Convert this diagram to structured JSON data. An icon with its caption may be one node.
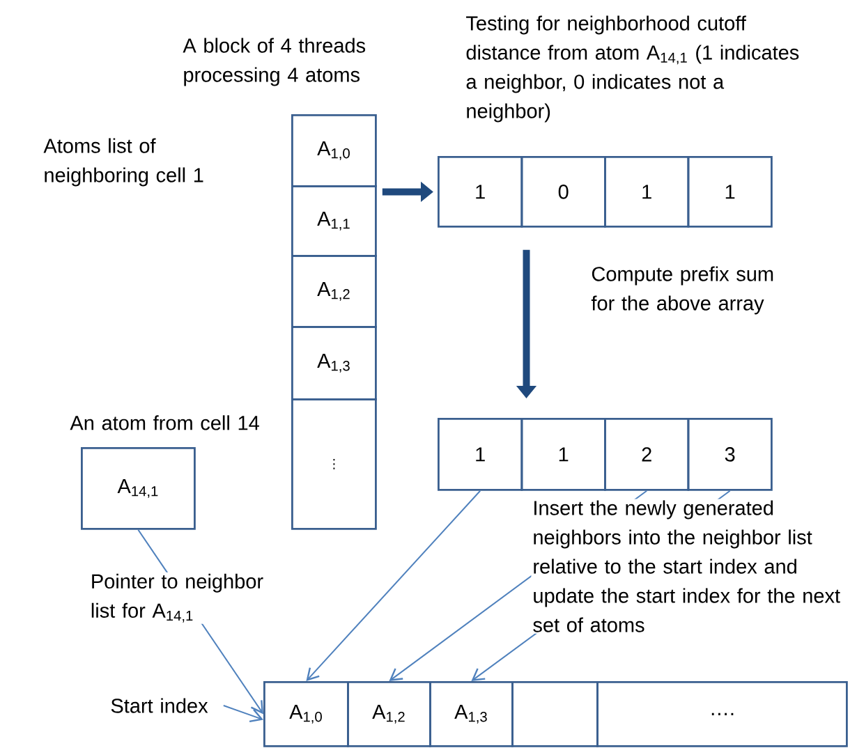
{
  "diagram": {
    "nodes": [
      {
        "text": [
          "A$_{1,0}$"
        ]
      },
      {
        "text": [
          "A$_{1,1}$"
        ]
      },
      {
        "text": [
          "A$_{1,2}$"
        ]
      },
      {
        "text": [
          "A$_{1,3}$"
        ]
      },
      {
        "text": [
          "⋮"
        ]
      },
      {
        "text": [
          "1"
        ]
      },
      {
        "text": [
          "0"
        ]
      },
      {
        "text": [
          "1"
        ]
      },
      {
        "text": [
          "1"
        ]
      },
      {
        "text": [
          "1"
        ]
      },
      {
        "text": [
          "1"
        ]
      },
      {
        "text": [
          "2"
        ]
      },
      {
        "text": [
          "3"
        ]
      },
      {
        "text": [
          "An atom from cell 14",
          "A$_{14,1}$"
        ]
      },
      {
        "text": [
          "A$_{1,0}$"
        ]
      },
      {
        "text": [
          "A$_{1,2}$"
        ]
      },
      {
        "text": [
          "A$_{1,3}$"
        ]
      },
      {
        "text": [],
        "shape": "box"
      },
      {
        "text": [
          "…."
        ]
      },
      {
        "text": [
          "Start index"
        ]
      }
    ],
    "edges": [
      {
        "from": 0,
        "to": 5,
        "arrow": "to",
        "style": "thick",
        "color": "#1f497d"
      },
      {
        "from": 6,
        "to": 10,
        "arrow": "to",
        "style": "thick",
        "color": "#1f497d"
      },
      {
        "from": 9,
        "to": 14,
        "arrow": "to"
      },
      {
        "from": 11,
        "to": 15,
        "arrow": "to"
      },
      {
        "from": 12,
        "to": 16,
        "arrow": "to"
      },
      {
        "from": 13,
        "to": 14,
        "arrow": "to",
        "label": "Pointer to neighbor list for A$_{14,1}$"
      },
      {
        "from": 19,
        "to": 14,
        "arrow": "to"
      }
    ],
    "labels": [
      "A block of 4 threads processing 4 atoms",
      "Testing for neighborhood cutoff distance from atom A$_{14,1}$ (1 indicates a neighbor, 0 indicates not a neighbor)",
      "Atoms list of neighboring cell 1",
      "Compute prefix sum for the above array",
      "Insert the newly generated neighbors into the neighbor list relative to the start index and update the start index for the next set of atoms"
    ]
  }
}
